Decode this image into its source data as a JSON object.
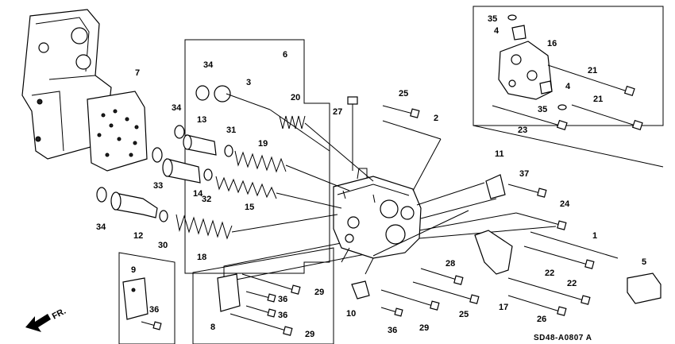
{
  "diagram": {
    "code": "SD48-A0807 A",
    "direction_label": "FR.",
    "labels": [
      "1",
      "2",
      "3",
      "4",
      "4",
      "5",
      "6",
      "7",
      "8",
      "9",
      "10",
      "11",
      "12",
      "13",
      "14",
      "15",
      "16",
      "17",
      "18",
      "19",
      "20",
      "21",
      "21",
      "22",
      "22",
      "23",
      "24",
      "25",
      "25",
      "26",
      "27",
      "28",
      "29",
      "29",
      "29",
      "30",
      "31",
      "32",
      "33",
      "34",
      "34",
      "34",
      "35",
      "35",
      "36",
      "36",
      "36",
      "36",
      "37"
    ]
  }
}
